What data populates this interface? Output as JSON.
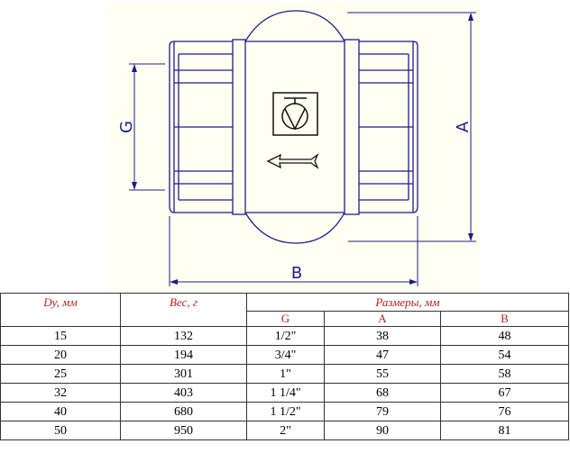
{
  "drawing": {
    "dim_g": "G",
    "dim_a": "A",
    "dim_b": "B",
    "logo_icon": "valve-manufacturer-logo-icon",
    "flow_arrow_icon": "flow-direction-arrow-icon",
    "background_color": "#fffff2",
    "line_color": "#1c1c8c"
  },
  "table": {
    "col_dy": "Dy, мм",
    "col_weight": "Вес, г",
    "col_sizes": "Размеры, мм",
    "sub_g": "G",
    "sub_a": "A",
    "sub_b": "B",
    "header_color": "#b32020",
    "rows": [
      {
        "dy": "15",
        "weight": "132",
        "g": "1/2\"",
        "a": "38",
        "b": "48"
      },
      {
        "dy": "20",
        "weight": "194",
        "g": "3/4\"",
        "a": "47",
        "b": "54"
      },
      {
        "dy": "25",
        "weight": "301",
        "g": "1\"",
        "a": "55",
        "b": "58"
      },
      {
        "dy": "32",
        "weight": "403",
        "g": "1 1/4\"",
        "a": "68",
        "b": "67"
      },
      {
        "dy": "40",
        "weight": "680",
        "g": "1 1/2\"",
        "a": "79",
        "b": "76"
      },
      {
        "dy": "50",
        "weight": "950",
        "g": "2\"",
        "a": "90",
        "b": "81"
      }
    ]
  }
}
